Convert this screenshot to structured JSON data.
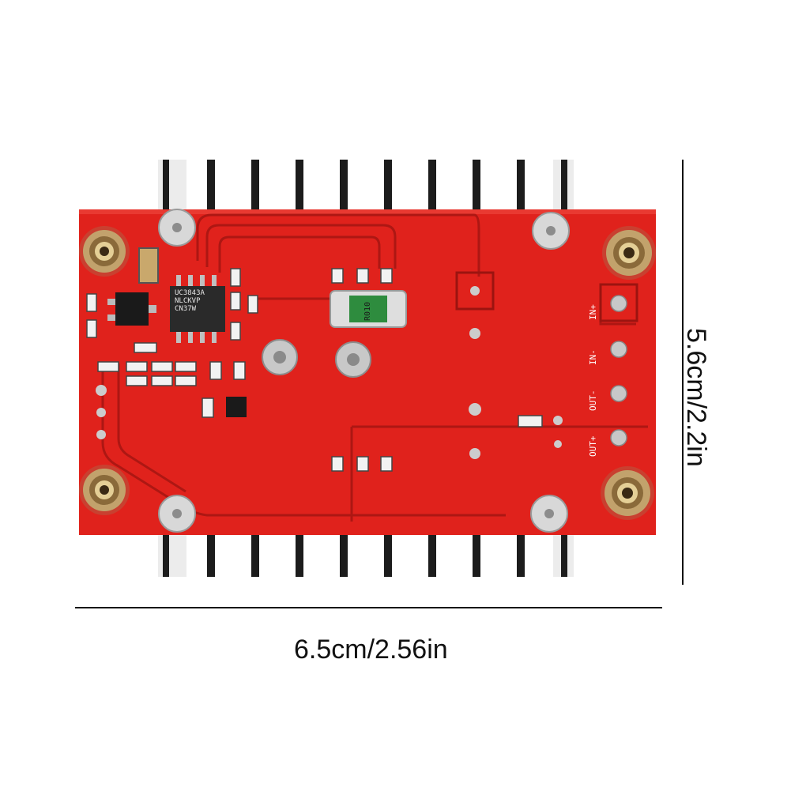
{
  "image": {
    "subject": "Boost converter module dimension photo",
    "board_color": "#e0221c",
    "heatsink_color": "#1c1c1c"
  },
  "dimensions": {
    "width_label": "6.5cm/2.56in",
    "height_label": "5.6cm/2.2in"
  },
  "board_labels": {
    "in_plus": "IN+",
    "in_minus": "IN-",
    "out_minus": "OUT-",
    "out_plus": "OUT+"
  },
  "chip": {
    "line1": "UC3843A",
    "line2": "NLCKVP",
    "line3": "CN37W"
  },
  "shunt_resistor": "R010"
}
